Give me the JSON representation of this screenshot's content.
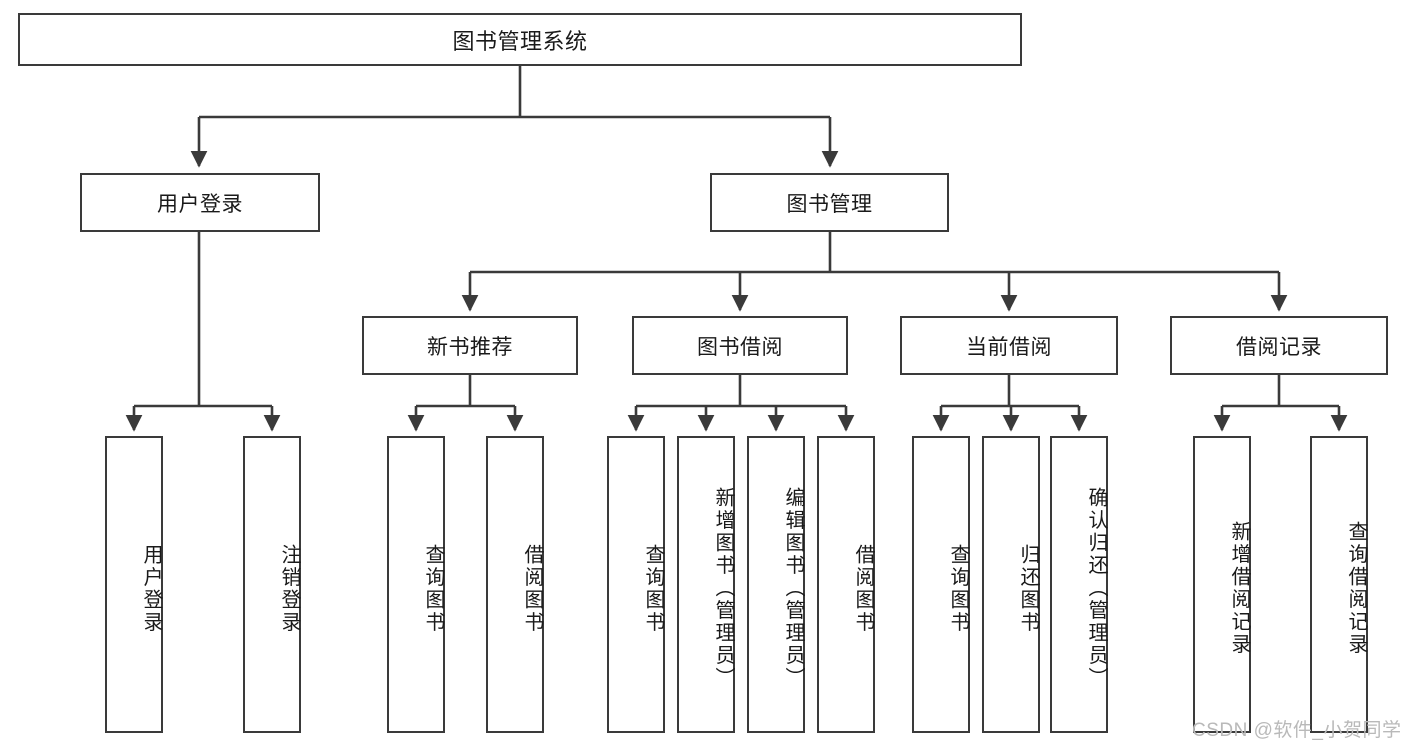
{
  "diagram": {
    "title": "图书管理系统",
    "type": "tree-hierarchy",
    "watermark": "CSDN @软件_小贺同学",
    "colors": {
      "stroke": "#3a3a3a",
      "fill": "#ffffff",
      "text": "#1a1a1a",
      "watermark": "#b9b9b9"
    },
    "levels": {
      "level1": [
        {
          "id": "root",
          "label": "图书管理系统"
        }
      ],
      "level2": [
        {
          "id": "login",
          "label": "用户登录"
        },
        {
          "id": "bookmgmt",
          "label": "图书管理"
        }
      ],
      "level3": [
        {
          "id": "newbook",
          "label": "新书推荐"
        },
        {
          "id": "borrow",
          "label": "图书借阅"
        },
        {
          "id": "current",
          "label": "当前借阅"
        },
        {
          "id": "record",
          "label": "借阅记录"
        }
      ],
      "level4": [
        {
          "id": "leaf-login-1",
          "label": "用户登录",
          "parent": "login"
        },
        {
          "id": "leaf-login-2",
          "label": "注销登录",
          "parent": "login"
        },
        {
          "id": "leaf-newbook-1",
          "label": "查询图书",
          "parent": "newbook"
        },
        {
          "id": "leaf-newbook-2",
          "label": "借阅图书",
          "parent": "newbook"
        },
        {
          "id": "leaf-borrow-1",
          "label": "查询图书",
          "parent": "borrow"
        },
        {
          "id": "leaf-borrow-2",
          "label": "新增图书（管理员）",
          "parent": "borrow"
        },
        {
          "id": "leaf-borrow-3",
          "label": "编辑图书（管理员）",
          "parent": "borrow"
        },
        {
          "id": "leaf-borrow-4",
          "label": "借阅图书",
          "parent": "borrow"
        },
        {
          "id": "leaf-current-1",
          "label": "查询图书",
          "parent": "current"
        },
        {
          "id": "leaf-current-2",
          "label": "归还图书",
          "parent": "current"
        },
        {
          "id": "leaf-current-3",
          "label": "确认归还（管理员）",
          "parent": "current"
        },
        {
          "id": "leaf-record-1",
          "label": "新增借阅记录",
          "parent": "record"
        },
        {
          "id": "leaf-record-2",
          "label": "查询借阅记录",
          "parent": "record"
        }
      ]
    }
  }
}
